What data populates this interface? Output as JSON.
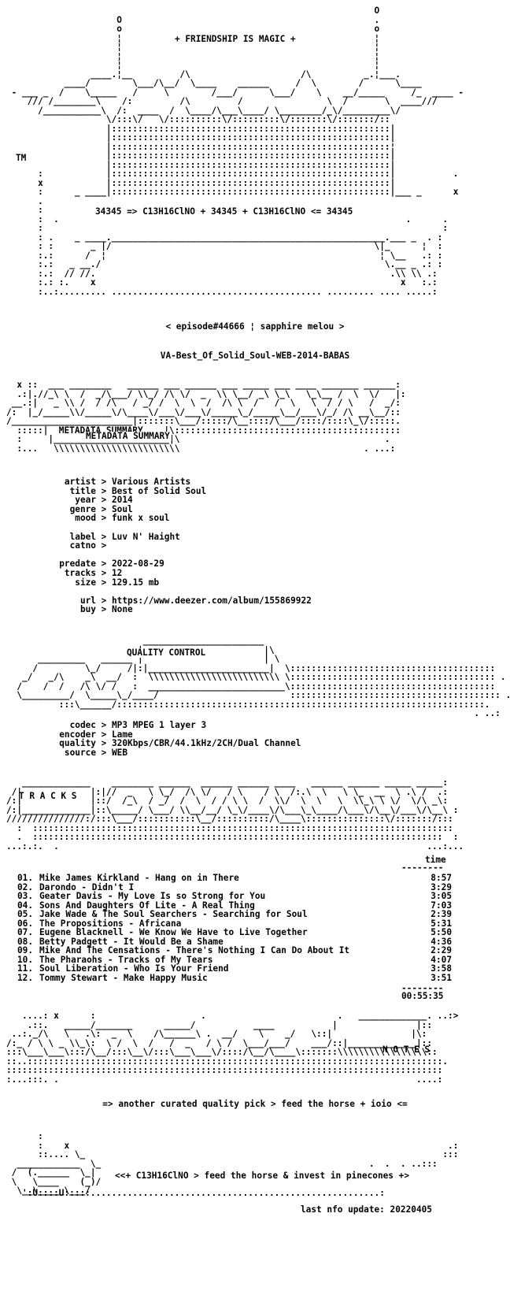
{
  "header": {
    "slogan": "+ FRIENDSHIP IS MAGIC +",
    "formula": "34345 => C13H16ClNO + 34345 + C13H16ClNO <= 34345",
    "episode_line": "< episode#44666 ¦ sapphire melou >",
    "release_name": "VA-Best_Of_Solid_Soul-WEB-2014-BABAS"
  },
  "sections": {
    "metadata_title": "METADATA SUMMARY",
    "quality_title": "QUALITY CONTROL",
    "tracks_title": "T R A C K S",
    "notes_title": "N O T E S"
  },
  "metadata": {
    "artist": "Various Artists",
    "title": "Best of Solid Soul",
    "year": "2014",
    "genre": "Soul",
    "mood": "funk x soul",
    "label": "Luv N' Haight",
    "catno": "",
    "predate": "2022-08-29",
    "tracks": "12",
    "size": "129.15 mb",
    "url": "https://www.deezer.com/album/155869922",
    "buy": "None"
  },
  "metadata_keys": {
    "artist": "artist",
    "title": "title",
    "year": "year",
    "genre": "genre",
    "mood": "mood",
    "label": "label",
    "catno": "catno",
    "predate": "predate",
    "tracks": "tracks",
    "size": "size",
    "url": "url",
    "buy": "buy",
    "sep": ">"
  },
  "quality": {
    "codec": "MP3 MPEG 1 layer 3",
    "encoder": "Lame",
    "quality": "320Kbps/CBR/44.1kHz/2CH/Dual Channel",
    "source": "WEB"
  },
  "quality_keys": {
    "codec": "codec",
    "encoder": "encoder",
    "quality": "quality",
    "source": "source"
  },
  "tracklist": {
    "time_header": "time",
    "rule": "--------",
    "items": [
      {
        "num": "01.",
        "name": "Mike James Kirkland - Hang on in There",
        "dur": "8:57"
      },
      {
        "num": "02.",
        "name": "Darondo - Didn't I",
        "dur": "3:29"
      },
      {
        "num": "03.",
        "name": "Geater Davis - My Love Is so Strong for You",
        "dur": "3:05"
      },
      {
        "num": "04.",
        "name": "Sons And Daughters Of Lite - A Real Thing",
        "dur": "7:03"
      },
      {
        "num": "05.",
        "name": "Jake Wade & The Soul Searchers - Searching for Soul",
        "dur": "2:39"
      },
      {
        "num": "06.",
        "name": "The Propositions - Africana",
        "dur": "5:31"
      },
      {
        "num": "07.",
        "name": "Eugene Blacknell - We Know We Have to Live Together",
        "dur": "5:50"
      },
      {
        "num": "08.",
        "name": "Betty Padgett - It Would Be a Shame",
        "dur": "4:36"
      },
      {
        "num": "09.",
        "name": "Mike And The Censations - There's Nothing I Can Do About It",
        "dur": "2:29"
      },
      {
        "num": "10.",
        "name": "The Pharaohs - Tracks of My Tears",
        "dur": "4:07"
      },
      {
        "num": "11.",
        "name": "Soul Liberation - Who Is Your Friend",
        "dur": "3:58"
      },
      {
        "num": "12.",
        "name": "Tommy Stewart - Make Happy Music",
        "dur": "3:51"
      }
    ],
    "total": "00:55:35"
  },
  "notes": {
    "line": "=> another curated quality pick > feed the horse + ioio <="
  },
  "footer": {
    "message": "<<+ C13H16ClNO > feed the horse & invest in pinecones +>",
    "last_update": "last nfo update: 20220405"
  }
}
